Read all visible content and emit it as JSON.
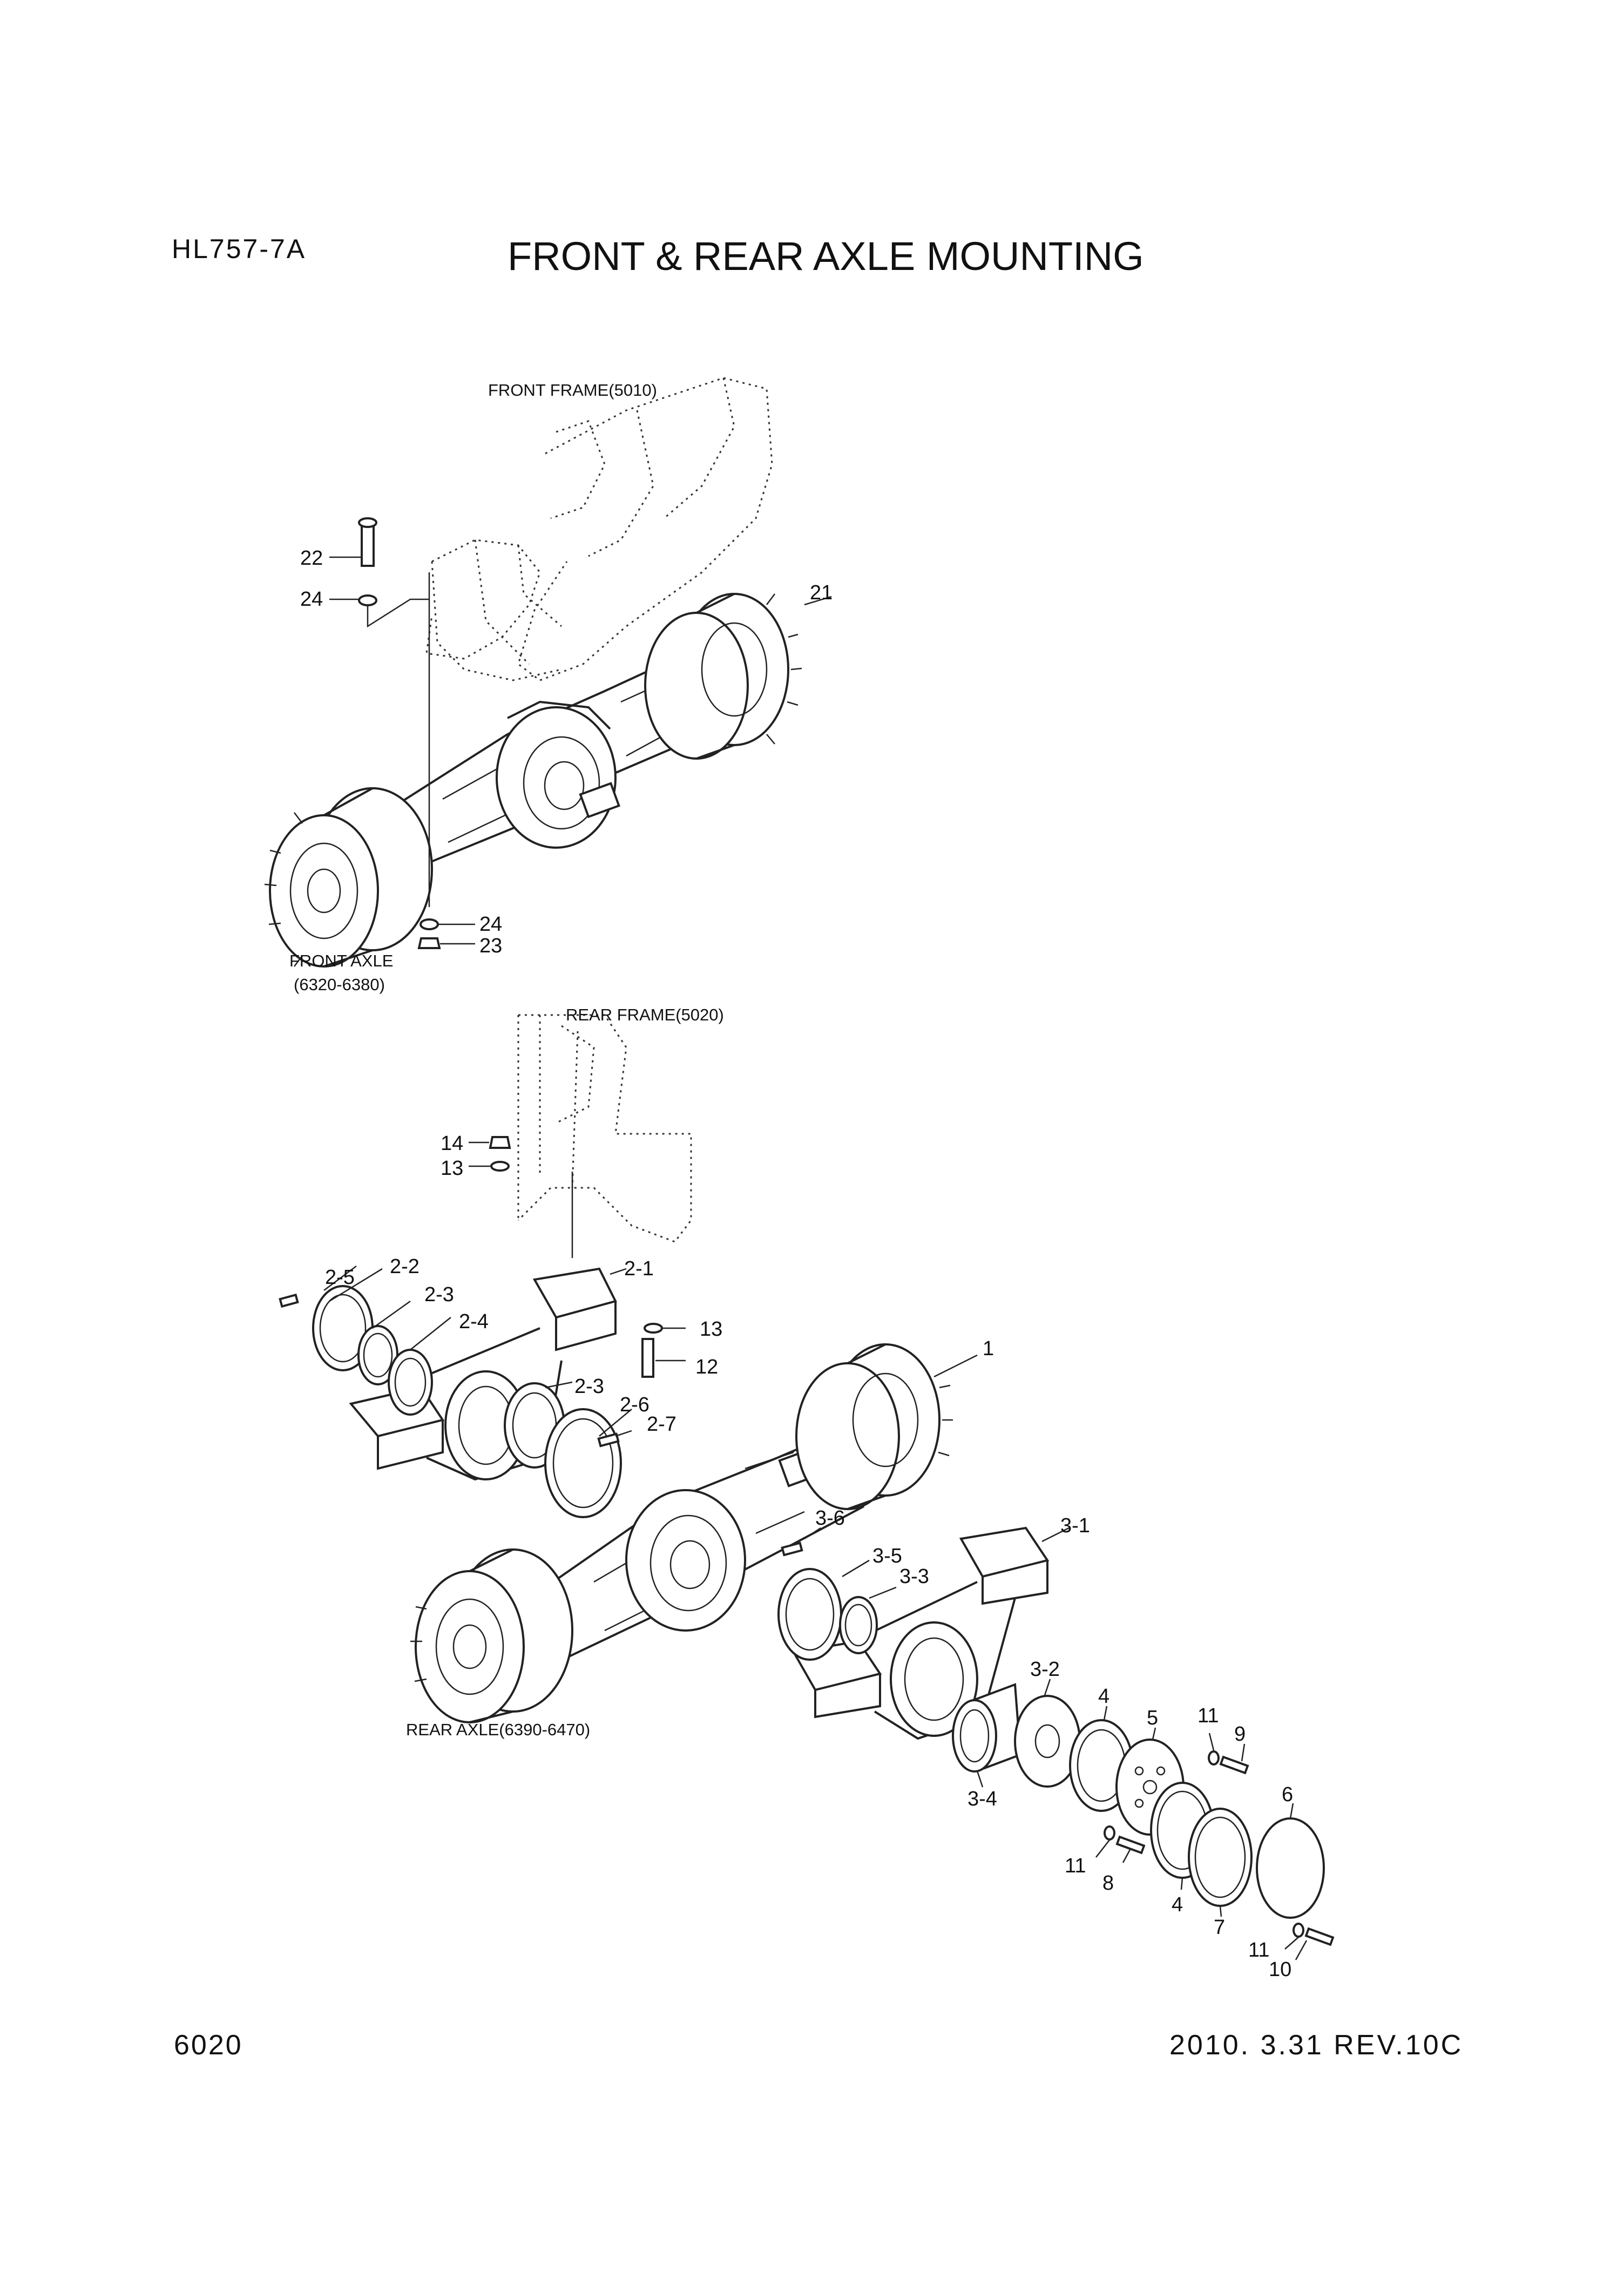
{
  "header": {
    "model": "HL757-7A",
    "title": "FRONT & REAR AXLE MOUNTING"
  },
  "footer": {
    "page_number": "6020",
    "revision": "2010. 3.31  REV.10C"
  },
  "captions": {
    "front_frame": "FRONT FRAME(5010)",
    "front_axle_line1": "FRONT AXLE",
    "front_axle_line2": "(6320-6380)",
    "rear_frame": "REAR FRAME(5020)",
    "rear_axle": "REAR AXLE(6390-6470)"
  },
  "callouts": {
    "c22": "22",
    "c24a": "24",
    "c21": "21",
    "c24b": "24",
    "c23": "23",
    "c14": "14",
    "c13a": "13",
    "c2_5": "2-5",
    "c2_2": "2-2",
    "c2_3a": "2-3",
    "c2_4": "2-4",
    "c2_1": "2-1",
    "c13b": "13",
    "c12": "12",
    "c1": "1",
    "c2_3b": "2-3",
    "c2_6": "2-6",
    "c2_7": "2-7",
    "c3_6": "3-6",
    "c3_5": "3-5",
    "c3_3": "3-3",
    "c3_1": "3-1",
    "c3_2": "3-2",
    "c4a": "4",
    "c5": "5",
    "c11a": "11",
    "c9": "9",
    "c6": "6",
    "c3_4": "3-4",
    "c11b": "11",
    "c8": "8",
    "c4b": "4",
    "c7": "7",
    "c11c": "11",
    "c10": "10"
  }
}
